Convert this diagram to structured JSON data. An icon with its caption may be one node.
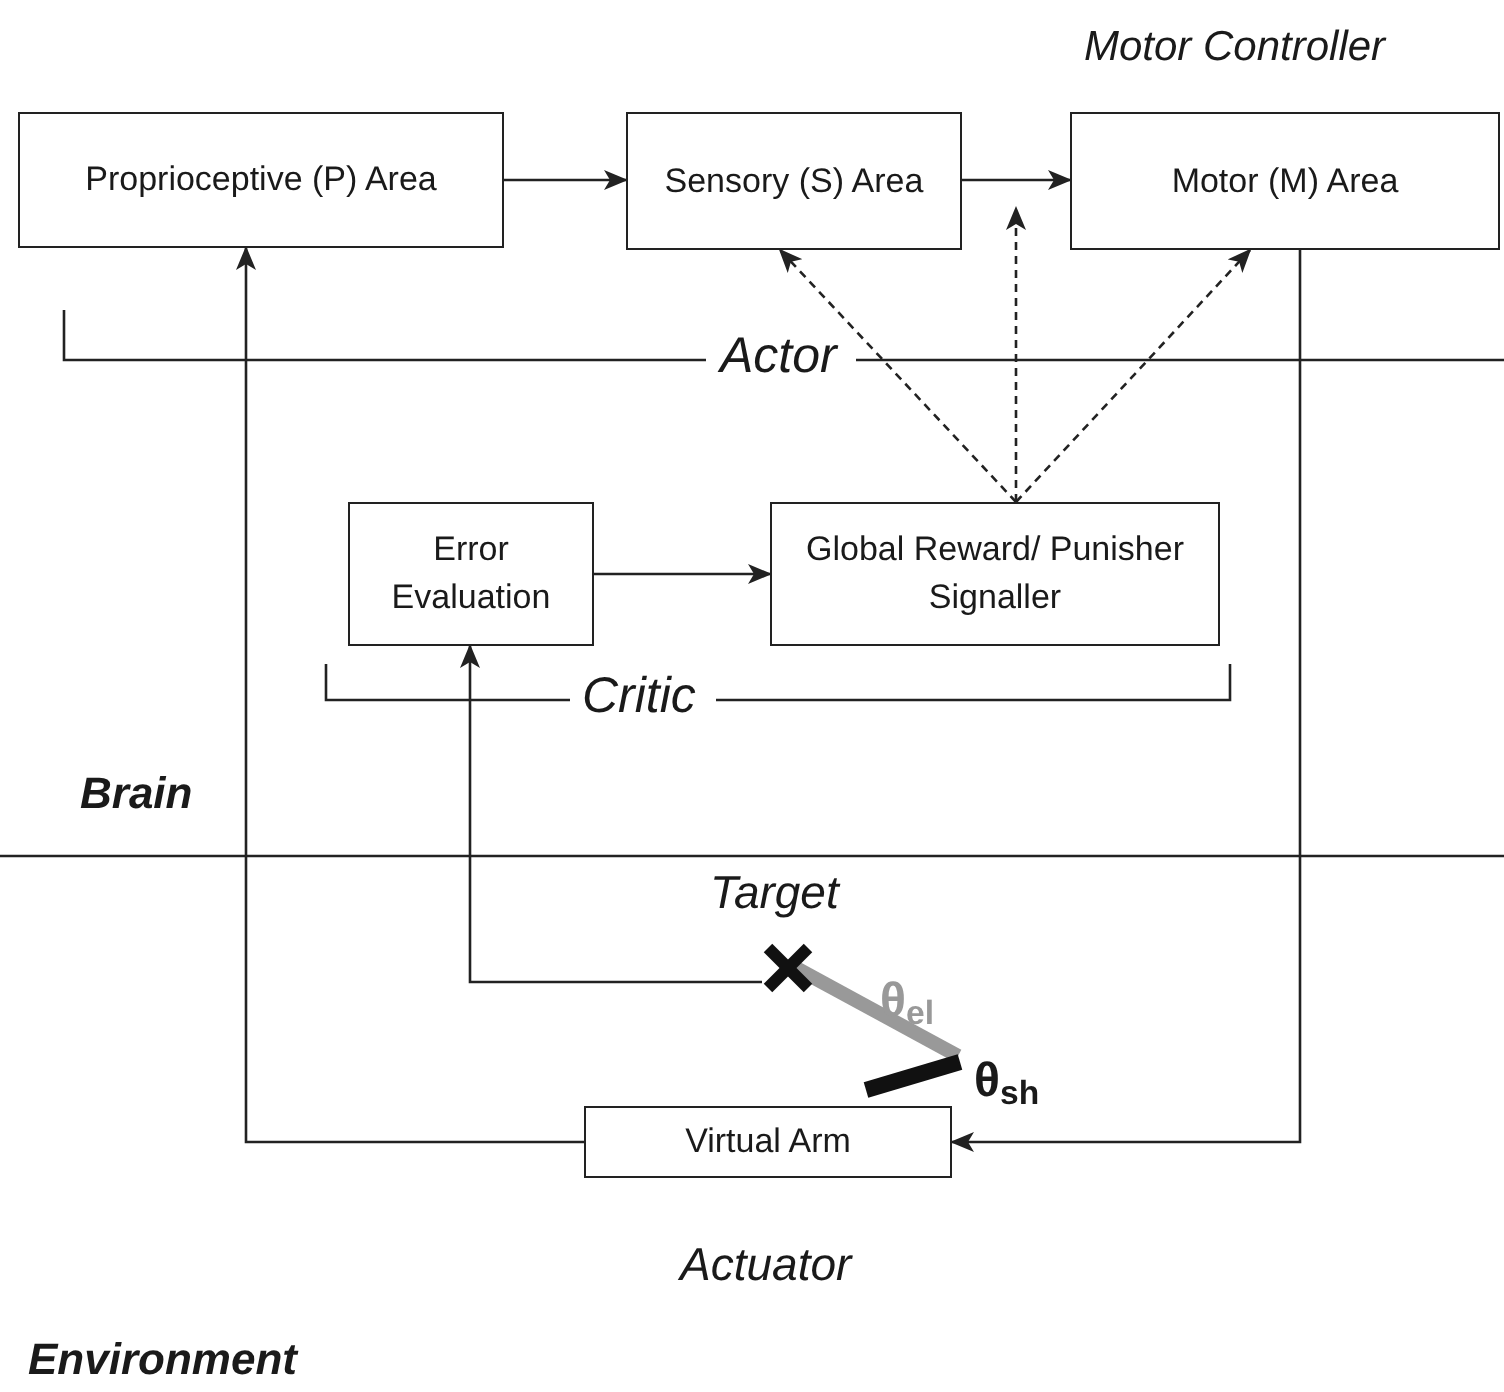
{
  "diagram": {
    "nodes": [
      {
        "text": [
          "Proprioceptive (P) Area"
        ]
      },
      {
        "text": [
          "Sensory (S) Area"
        ]
      },
      {
        "text": [
          "Motor  (M) Area"
        ]
      },
      {
        "text": [
          "Error Evaluation"
        ]
      },
      {
        "text": [
          "Global Reward/ Punisher Signaller"
        ]
      },
      {
        "text": [],
        "shape": "cross"
      },
      {
        "text": [
          "Virtual Arm"
        ]
      }
    ],
    "edges": [
      {
        "from": 0,
        "to": 1,
        "arrow": "to"
      },
      {
        "from": 1,
        "to": 2,
        "arrow": "to"
      },
      {
        "from": 4,
        "to": 1,
        "arrow": "to",
        "style": "dashed"
      },
      {
        "from": 4,
        "to": null,
        "arrow": "to",
        "style": "dashed"
      },
      {
        "from": 4,
        "to": 2,
        "arrow": "to",
        "style": "dashed"
      },
      {
        "from": 3,
        "to": 4,
        "arrow": "to"
      },
      {
        "from": 6,
        "to": 0,
        "arrow": "to"
      },
      {
        "from": 2,
        "to": 6,
        "arrow": "to"
      },
      {
        "from": 5,
        "to": 3,
        "arrow": "to"
      }
    ],
    "labels": [
      "Motor Controller",
      "Actor",
      "Critic",
      "Brain",
      "Target",
      "θ$_{el}$",
      "θ$_{sh}$",
      "Actuator",
      "Environment"
    ]
  }
}
